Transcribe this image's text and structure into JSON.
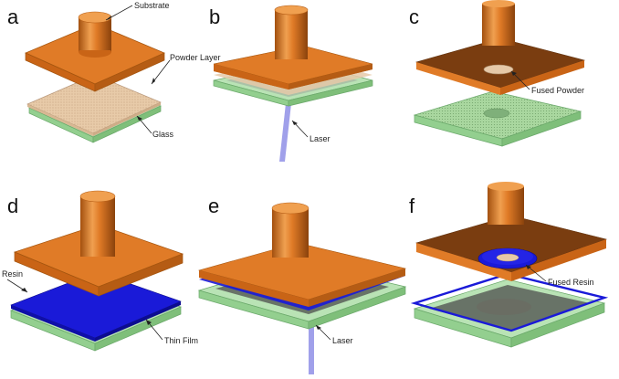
{
  "panels": [
    {
      "letter": "a"
    },
    {
      "letter": "b"
    },
    {
      "letter": "c"
    },
    {
      "letter": "d"
    },
    {
      "letter": "e"
    },
    {
      "letter": "f"
    }
  ],
  "labels": {
    "substrate": "Substrate",
    "powder_layer": "Powder Layer",
    "glass": "Glass",
    "laser_b": "Laser",
    "fused_powder": "Fused Powder",
    "resin": "Resin",
    "thin_film": "Thin Film",
    "laser_e": "Laser",
    "fused_resin": "Fused Resin"
  },
  "colors": {
    "copper": "#e07b27",
    "copper_dark": "#b55c14",
    "copper_darker": "#7a3d10",
    "powder": "#e6c9a8",
    "glass": "#b9e3b5",
    "resin": "#1a1ad8",
    "laser": "#8f8fe6",
    "dark_plate": "#4d4d4d"
  }
}
